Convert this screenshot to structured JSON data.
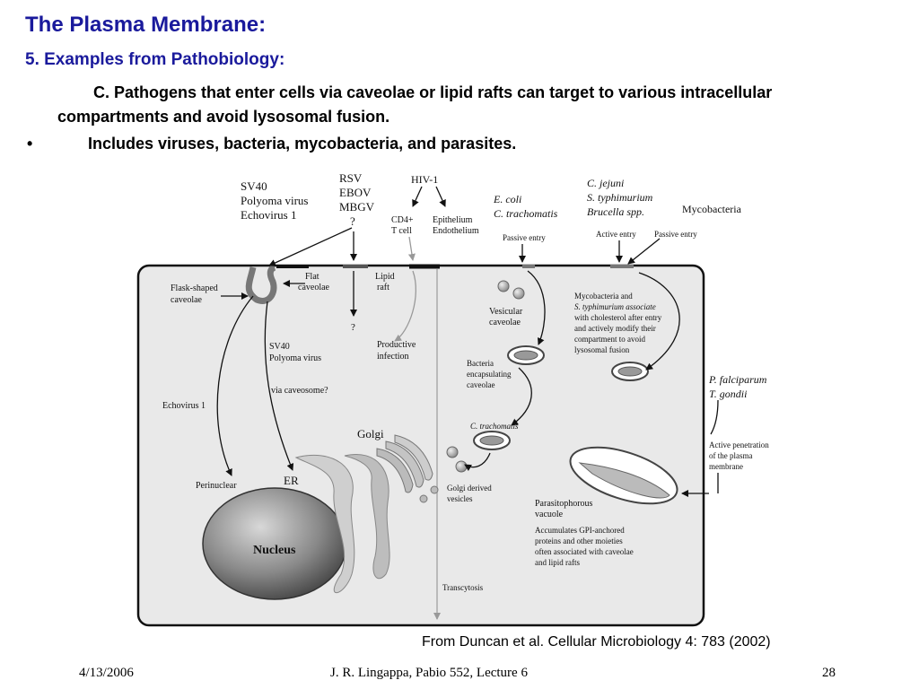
{
  "slide": {
    "title": "The Plasma Membrane:",
    "subtitle": "5. Examples from Pathobiology:",
    "paragraph": "C. Pathogens that enter cells via caveolae or lipid rafts can target to various intracellular compartments and avoid lysosomal fusion.",
    "bullet_marker": "•",
    "bullet_text": "Includes viruses, bacteria, mycobacteria, and parasites.",
    "citation": "From Duncan et al.  Cellular Microbiology 4: 783 (2002)"
  },
  "footer": {
    "date": "4/13/2006",
    "center": "J. R. Lingappa, Pabio 552, Lecture 6",
    "page": "28"
  },
  "figure": {
    "top_labels": {
      "sv40": "SV40",
      "polyoma": "Polyoma virus",
      "echovirus": "Echovirus 1",
      "rsv": "RSV",
      "ebov": "EBOV",
      "mbgv": "MBGV",
      "question_top": "?",
      "hiv": "HIV-1",
      "cd4": "CD4+",
      "tcell": "T cell",
      "epithelium": "Epithelium",
      "endothelium": "Endothelium",
      "ecoli": "E. coli",
      "ctrach": "C. trachomatis",
      "passive_entry_1": "Passive entry",
      "cjejuni": "C. jejuni",
      "styph": "S. typhimurium",
      "brucella": "Brucella spp.",
      "mycobacteria": "Mycobacteria",
      "active_entry": "Active entry",
      "passive_entry_2": "Passive entry"
    },
    "inner_labels": {
      "flask_1": "Flask-shaped",
      "flask_2": "caveolae",
      "flat_1": "Flat",
      "flat_2": "caveolae",
      "lipid_1": "Lipid",
      "lipid_2": "raft",
      "question_bottom": "?",
      "productive_1": "Productive",
      "productive_2": "infection",
      "sv40_in_1": "SV40",
      "sv40_in_2": "Polyoma virus",
      "via_caveosome": "via caveosome?",
      "echovirus_in": "Echovirus 1",
      "golgi": "Golgi",
      "perinuclear": "Perinuclear",
      "er": "ER",
      "nucleus": "Nucleus",
      "vesicular_1": "Vesicular",
      "vesicular_2": "caveolae",
      "bact_1": "Bacteria",
      "bact_2": "encapsulating",
      "bact_3": "caveolae",
      "ctrach_in": "C. trachomatis",
      "golgi_derived_1": "Golgi derived",
      "golgi_derived_2": "vesicles",
      "transcytosis": "Transcytosis",
      "myco_1": "Mycobacteria and",
      "myco_2": "S. typhimurium associate",
      "myco_3": "with cholesterol after entry",
      "myco_4": "and actively modify their",
      "myco_5": "compartment to avoid",
      "myco_6": "lysosomal fusion",
      "parasito_1": "Parasitophorous",
      "parasito_2": "vacuole",
      "accum_1": "Accumulates GPI-anchored",
      "accum_2": "proteins and other moieties",
      "accum_3": "often associated with caveolae",
      "accum_4": "and lipid rafts"
    },
    "side_labels": {
      "pfalc": "P. falciparum",
      "tgondii": "T. gondii",
      "active_pen_1": "Active penetration",
      "active_pen_2": "of the plasma",
      "active_pen_3": "membrane"
    }
  }
}
